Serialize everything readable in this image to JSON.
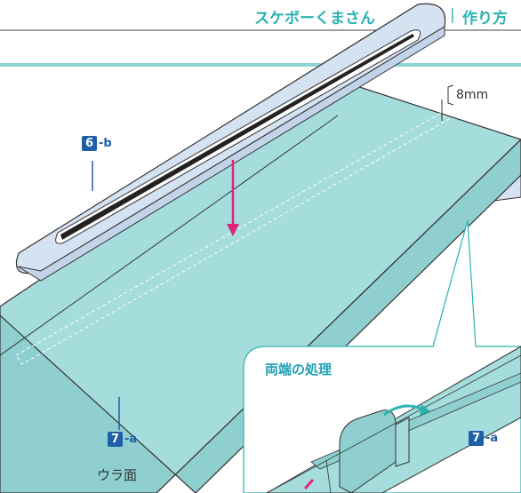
{
  "header": {
    "title": "スケボーくまさん",
    "section": "作り方"
  },
  "diagram": {
    "part_top": {
      "number": "6",
      "suffix": "-b"
    },
    "part_bottom": {
      "number": "7",
      "suffix": "-a"
    },
    "part_detail": {
      "number": "7",
      "suffix": "-a"
    },
    "dimension_label": "8mm",
    "back_side_label": "ウラ面",
    "detail_title": "両端の処理"
  },
  "colors": {
    "teal_face": "#a5dcdc",
    "teal_side": "#8fcfcf",
    "teal_accent": "#8ed4d3",
    "blue_part": "#d5e2f2",
    "badge_blue": "#1f5fa8",
    "arrow_magenta": "#e0237f",
    "title_teal": "#29b3b1"
  }
}
